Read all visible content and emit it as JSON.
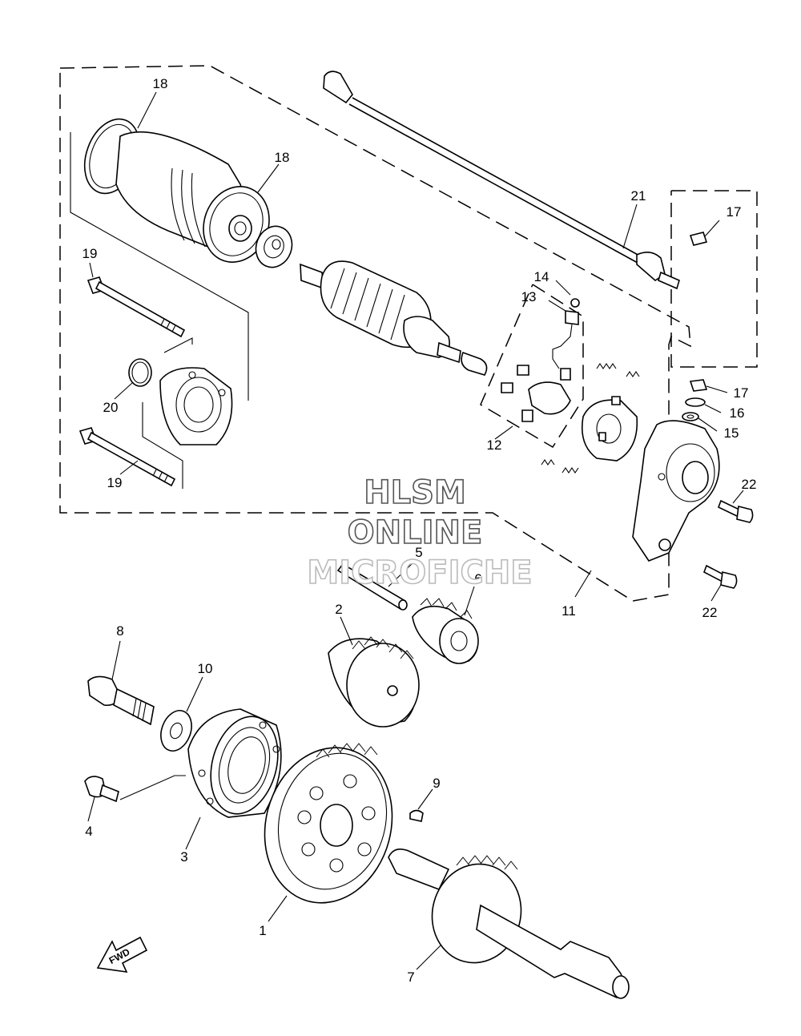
{
  "watermark": {
    "line1": "HLSM",
    "line2": "ONLINE",
    "line3": "MICROFICHE",
    "fill": "#ffffff",
    "stroke1": "#555555",
    "stroke3": "#bbbbbb"
  },
  "fwd_label": "FWD",
  "callouts": [
    {
      "id": "c1",
      "text": "1"
    },
    {
      "id": "c2",
      "text": "2"
    },
    {
      "id": "c3",
      "text": "3"
    },
    {
      "id": "c4",
      "text": "4"
    },
    {
      "id": "c5",
      "text": "5"
    },
    {
      "id": "c6",
      "text": "6"
    },
    {
      "id": "c7",
      "text": "7"
    },
    {
      "id": "c8",
      "text": "8"
    },
    {
      "id": "c9",
      "text": "9"
    },
    {
      "id": "c10",
      "text": "10"
    },
    {
      "id": "c11",
      "text": "11"
    },
    {
      "id": "c12",
      "text": "12"
    },
    {
      "id": "c13",
      "text": "13"
    },
    {
      "id": "c14",
      "text": "14"
    },
    {
      "id": "c15",
      "text": "15"
    },
    {
      "id": "c16",
      "text": "16"
    },
    {
      "id": "c17a",
      "text": "17"
    },
    {
      "id": "c17b",
      "text": "17"
    },
    {
      "id": "c18a",
      "text": "18"
    },
    {
      "id": "c18b",
      "text": "18"
    },
    {
      "id": "c19a",
      "text": "19"
    },
    {
      "id": "c19b",
      "text": "19"
    },
    {
      "id": "c20",
      "text": "20"
    },
    {
      "id": "c21",
      "text": "21"
    },
    {
      "id": "c22a",
      "text": "22"
    },
    {
      "id": "c22b",
      "text": "22"
    }
  ]
}
